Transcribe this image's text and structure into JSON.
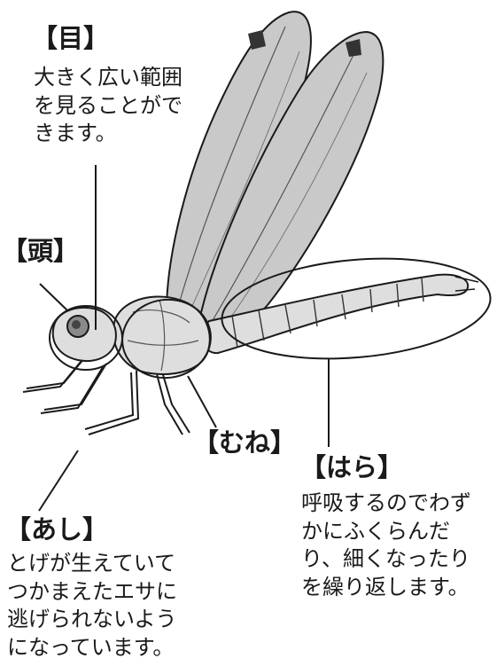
{
  "labels": {
    "eye": {
      "title": "【目】",
      "description": "大きく広い範囲\nを見ることがで\nきます。"
    },
    "head": {
      "title": "【頭】"
    },
    "chest": {
      "title": "【むね】"
    },
    "abdomen": {
      "title": "【はら】",
      "description": "呼吸するのでわず\nかにふくらんだ\nり、細くなったり\nを繰り返します。"
    },
    "legs": {
      "title": "【あし】",
      "description": "とげが生えていて\nつかまえたエサに\n逃げられないよう\nになっています。"
    }
  },
  "colors": {
    "outline": "#1a1a1a",
    "wing_fill": "#c9c9c9",
    "body_fill": "#dedede",
    "background": "#ffffff"
  }
}
